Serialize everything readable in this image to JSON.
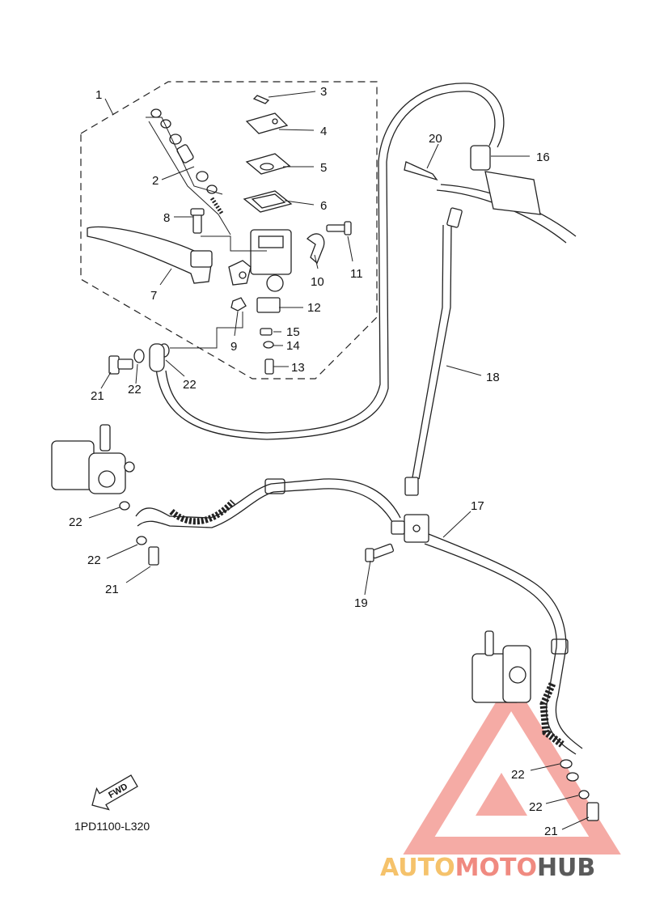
{
  "diagram": {
    "code": "1PD1100-L320",
    "fwd_label": "FWD",
    "callouts": [
      "1",
      "2",
      "3",
      "4",
      "5",
      "6",
      "7",
      "8",
      "9",
      "10",
      "11",
      "12",
      "13",
      "14",
      "15",
      "16",
      "17",
      "18",
      "19",
      "20",
      "21",
      "22"
    ],
    "extra_callouts": {
      "lower_21a": "21",
      "lower_22a": "22",
      "lower_22b": "22",
      "right_21": "21",
      "right_22a": "22",
      "right_22b": "22",
      "top_22b": "22"
    }
  },
  "watermark": {
    "brand_auto": "AUTO",
    "brand_moto": "MOTO",
    "brand_hub": "HUB",
    "colors": {
      "auto": "#f5c26b",
      "moto": "#f08a80",
      "hub": "#5a5a5a",
      "triangle": "#f28f87"
    }
  }
}
